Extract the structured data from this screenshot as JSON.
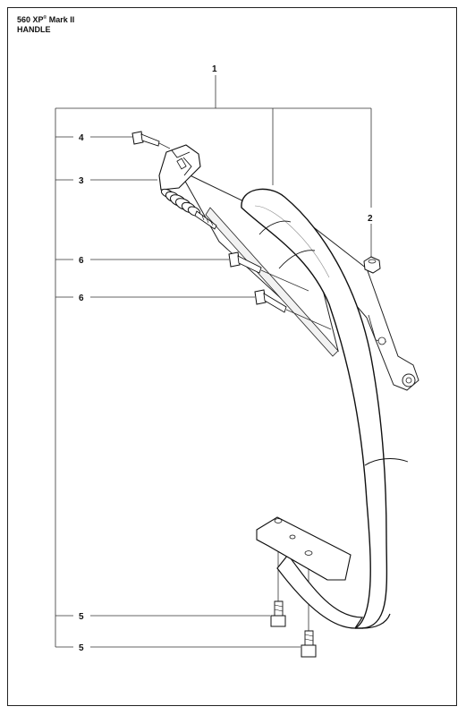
{
  "header": {
    "model": "560 XP",
    "trademark": "®",
    "model_suffix": " Mark II",
    "section": "HANDLE"
  },
  "callouts": {
    "c1": "1",
    "c2": "2",
    "c3": "3",
    "c4": "4",
    "c5a": "5",
    "c5b": "5",
    "c6a": "6",
    "c6b": "6"
  }
}
